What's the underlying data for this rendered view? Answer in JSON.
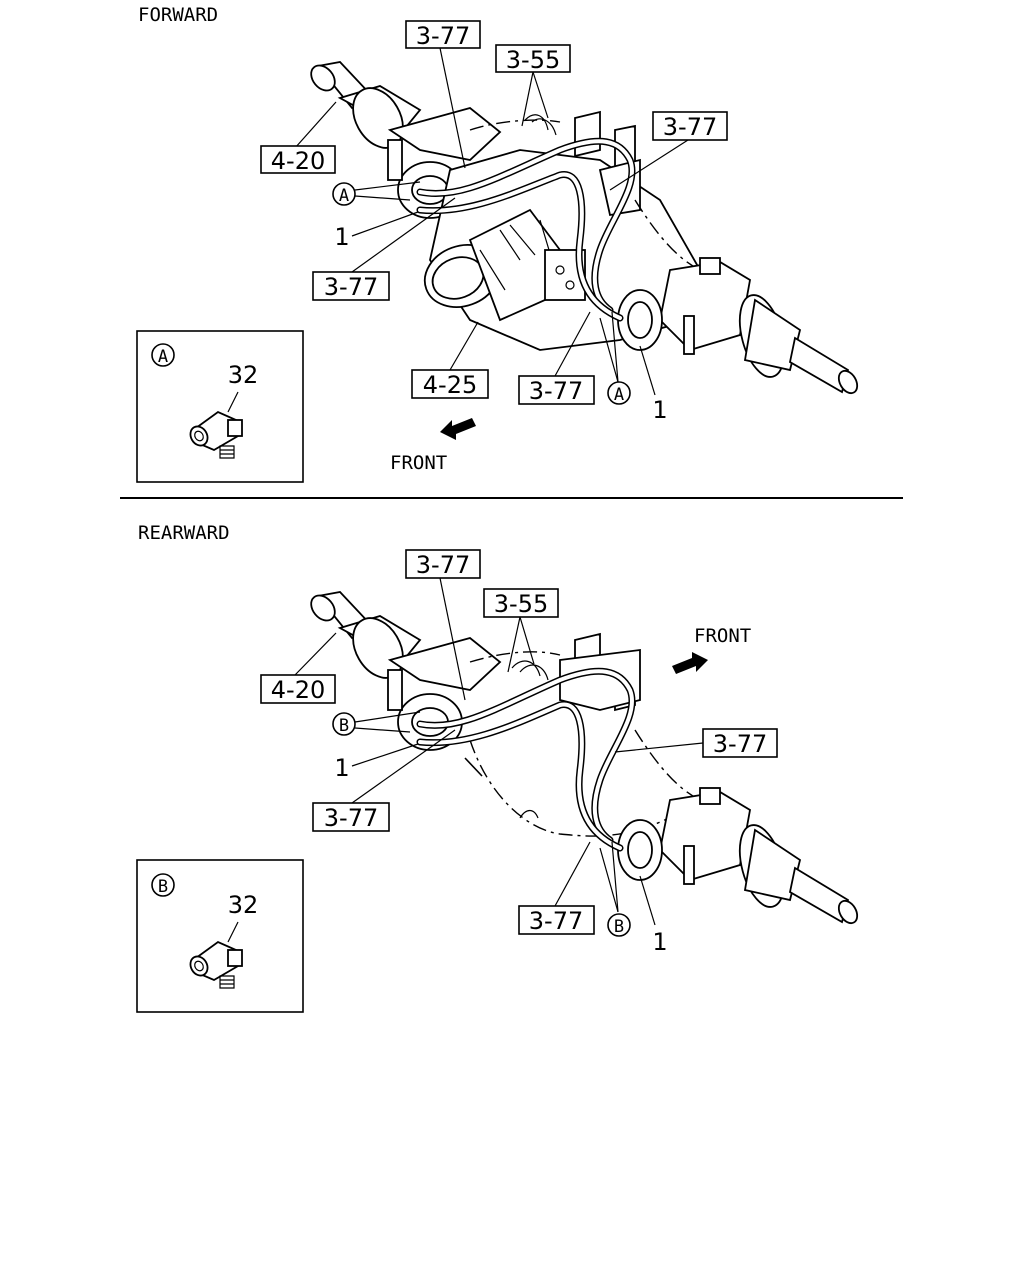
{
  "sections": {
    "forward": {
      "title": "FORWARD",
      "front_label": "FRONT",
      "callouts": {
        "pipe_top": "3-77",
        "hose_top": "3-55",
        "pipe_right": "3-77",
        "axle_left": "4-20",
        "pipe_left": "3-77",
        "housing": "4-25",
        "pipe_bottom": "3-77"
      },
      "plain_numbers": {
        "left": "1",
        "right": "1"
      },
      "detail_letter": "A",
      "detail_box": {
        "letter": "A",
        "part_number": "32"
      }
    },
    "rearward": {
      "title": "REARWARD",
      "front_label": "FRONT",
      "callouts": {
        "pipe_top": "3-77",
        "hose_top": "3-55",
        "pipe_right": "3-77",
        "axle_left": "4-20",
        "pipe_left": "3-77",
        "pipe_bottom": "3-77"
      },
      "plain_numbers": {
        "left": "1",
        "right": "1"
      },
      "detail_letter": "B",
      "detail_box": {
        "letter": "B",
        "part_number": "32"
      }
    }
  }
}
